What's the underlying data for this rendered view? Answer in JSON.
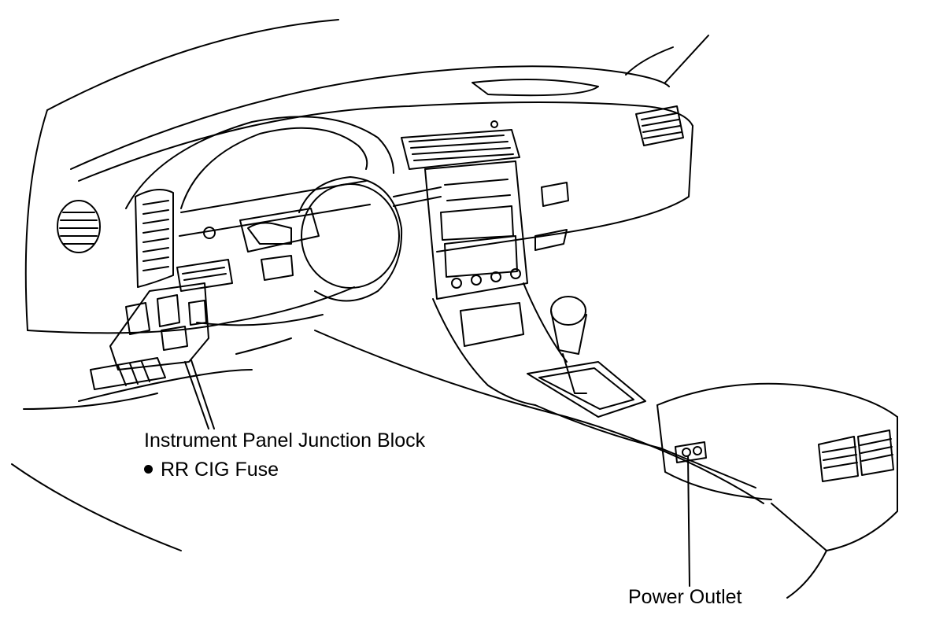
{
  "callouts": {
    "junction_block": "Instrument Panel Junction Block",
    "fuse_item": "RR CIG Fuse",
    "power_outlet": "Power Outlet"
  },
  "colors": {
    "line": "#000000",
    "background": "#ffffff"
  }
}
